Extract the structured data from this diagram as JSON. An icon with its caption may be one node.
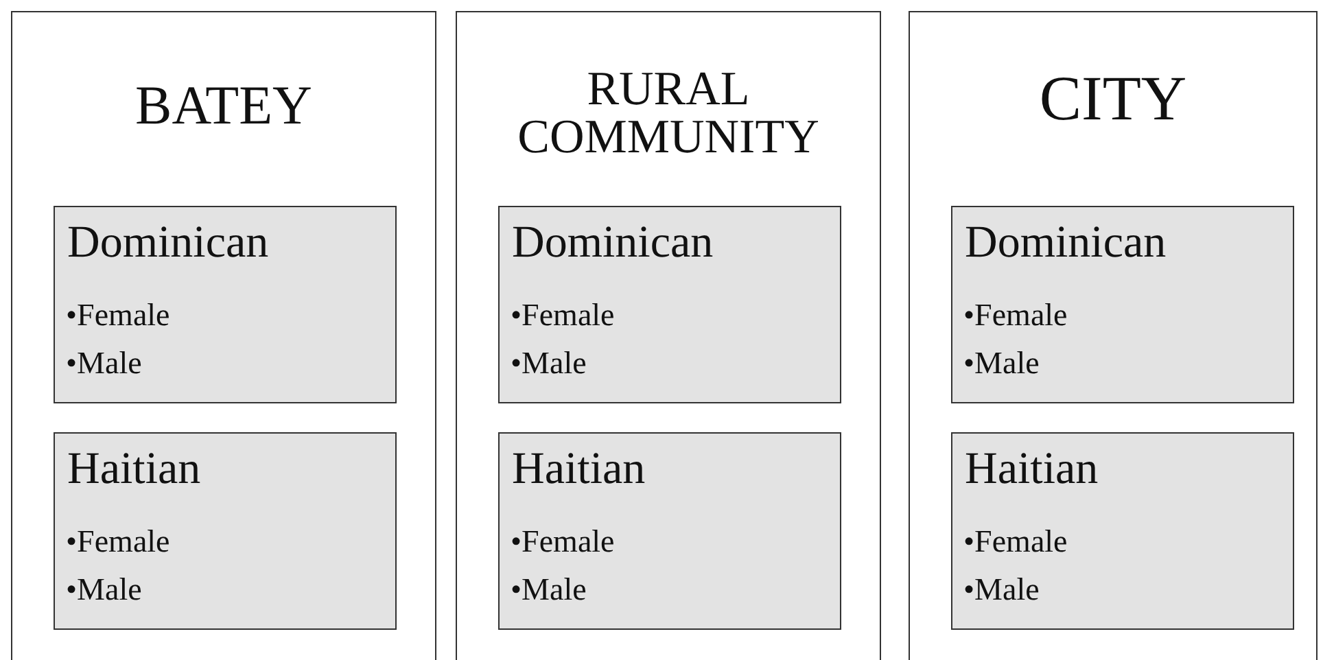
{
  "diagram": {
    "nodes": [
      {
        "text": [
          "BATEY"
        ]
      },
      {
        "text": [
          "Dominican",
          "•Female",
          "•Male"
        ],
        "in": 0
      },
      {
        "text": [
          "Haitian",
          "•Female",
          "•Male"
        ],
        "in": 0
      },
      {
        "text": [
          "RURAL COMMUNITY"
        ]
      },
      {
        "text": [
          "Dominican",
          "•Female",
          "•Male"
        ],
        "in": 3
      },
      {
        "text": [
          "Haitian",
          "•Female",
          "•Male"
        ],
        "in": 3
      },
      {
        "text": [
          "CITY"
        ]
      },
      {
        "text": [
          "Dominican",
          "•Female",
          "•Male"
        ],
        "in": 6
      },
      {
        "text": [
          "Haitian",
          "•Female",
          "•Male"
        ],
        "in": 6
      }
    ]
  }
}
